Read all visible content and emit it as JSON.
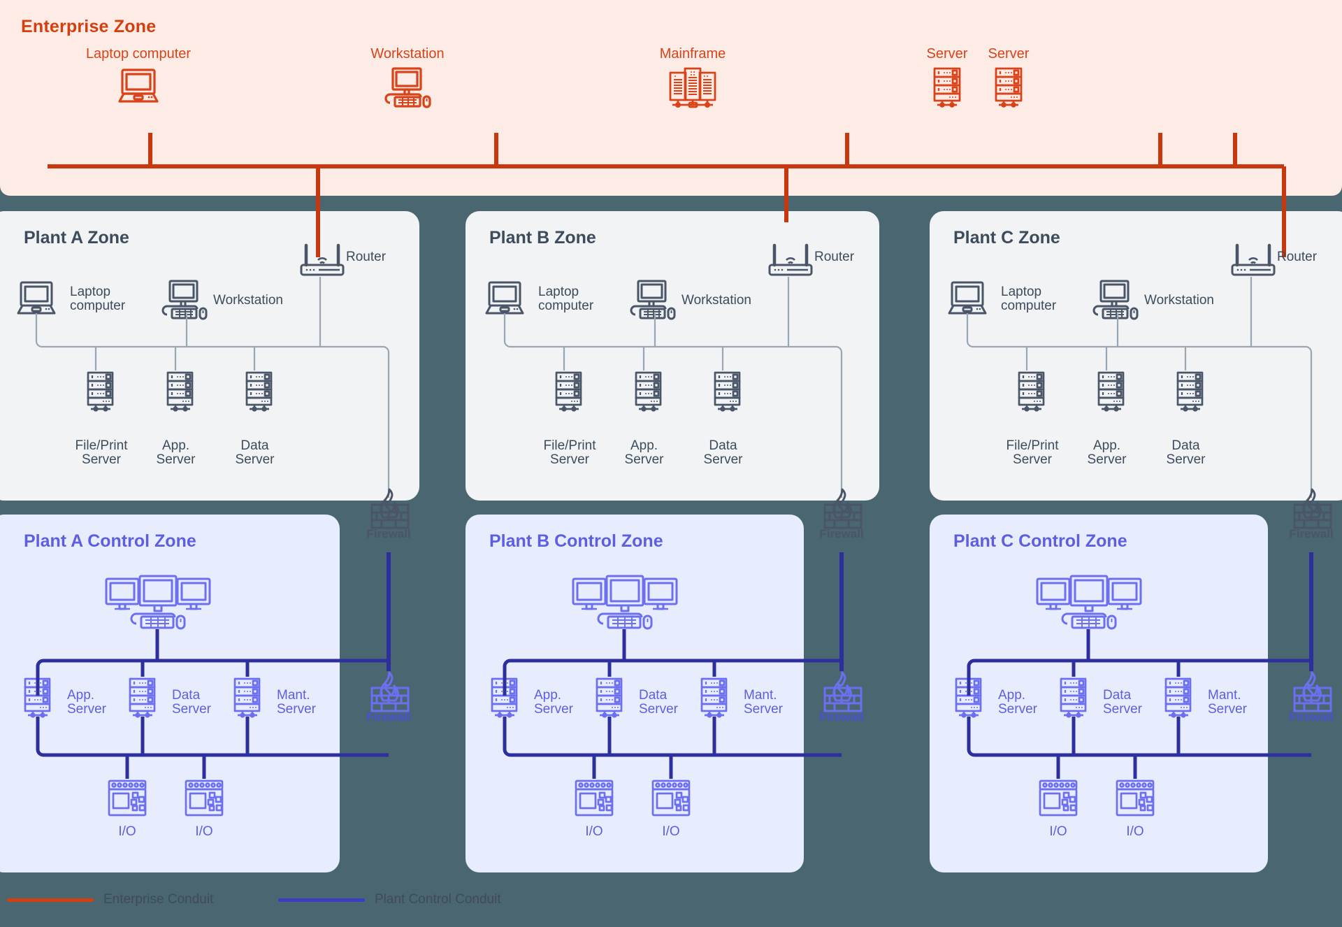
{
  "page": {
    "background_color": "#4a6670"
  },
  "enterprise": {
    "title": "Enterprise Zone",
    "accent_color": "#d2400f",
    "zone_background": "#fdebe5",
    "nodes": [
      {
        "label": "Laptop computer",
        "icon": "laptop-icon"
      },
      {
        "label": "Workstation",
        "icon": "workstation-icon"
      },
      {
        "label": "Mainframe",
        "icon": "mainframe-icon"
      },
      {
        "label": "Server",
        "icon": "server-icon"
      },
      {
        "label": "Server",
        "icon": "server-icon"
      }
    ]
  },
  "plant_zones": [
    {
      "title": "Plant A Zone",
      "router_label": "Router",
      "laptop_label": "Laptop\ncomputer",
      "workstation_label": "Workstation",
      "servers": [
        {
          "label": "File/Print\nServer"
        },
        {
          "label": "App.\nServer"
        },
        {
          "label": "Data\nServer"
        }
      ]
    },
    {
      "title": "Plant B Zone",
      "router_label": "Router",
      "laptop_label": "Laptop\ncomputer",
      "workstation_label": "Workstation",
      "servers": [
        {
          "label": "File/Print\nServer"
        },
        {
          "label": "App.\nServer"
        },
        {
          "label": "Data\nServer"
        }
      ]
    },
    {
      "title": "Plant C Zone",
      "router_label": "Router",
      "laptop_label": "Laptop\ncomputer",
      "workstation_label": "Workstation",
      "servers": [
        {
          "label": "File/Print\nServer"
        },
        {
          "label": "App.\nServer"
        },
        {
          "label": "Data\nServer"
        }
      ]
    }
  ],
  "control_zones": [
    {
      "title": "Plant A Control Zone",
      "hmi_icon": "triple-monitor-console-icon",
      "servers": [
        {
          "label": "App.\nServer"
        },
        {
          "label": "Data\nServer"
        },
        {
          "label": "Mant.\nServer"
        }
      ],
      "io_modules": [
        {
          "label": "I/O"
        },
        {
          "label": "I/O"
        }
      ]
    },
    {
      "title": "Plant B Control Zone",
      "hmi_icon": "triple-monitor-console-icon",
      "servers": [
        {
          "label": "App.\nServer"
        },
        {
          "label": "Data\nServer"
        },
        {
          "label": "Mant.\nServer"
        }
      ],
      "io_modules": [
        {
          "label": "I/O"
        },
        {
          "label": "I/O"
        }
      ]
    },
    {
      "title": "Plant C Control Zone",
      "hmi_icon": "triple-monitor-console-icon",
      "servers": [
        {
          "label": "App.\nServer"
        },
        {
          "label": "Data\nServer"
        },
        {
          "label": "Mant.\nServer"
        }
      ],
      "io_modules": [
        {
          "label": "I/O"
        },
        {
          "label": "I/O"
        }
      ]
    }
  ],
  "firewalls": {
    "plant_label": "Firewall",
    "control_label": "Firewall",
    "plant_color": "#4a5568",
    "control_color": "#4b4fd6"
  },
  "legend": {
    "items": [
      {
        "label": "Enterprise Conduit",
        "color": "#d2400f"
      },
      {
        "label": "Plant Control Conduit",
        "color": "#3a3dc4"
      }
    ]
  }
}
